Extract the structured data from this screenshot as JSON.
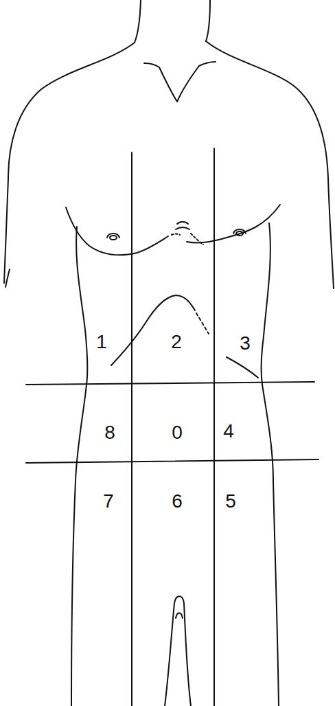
{
  "diagram": {
    "labels": [
      "1",
      "2",
      "3",
      "8",
      "0",
      "4",
      "7",
      "6",
      "5"
    ]
  }
}
